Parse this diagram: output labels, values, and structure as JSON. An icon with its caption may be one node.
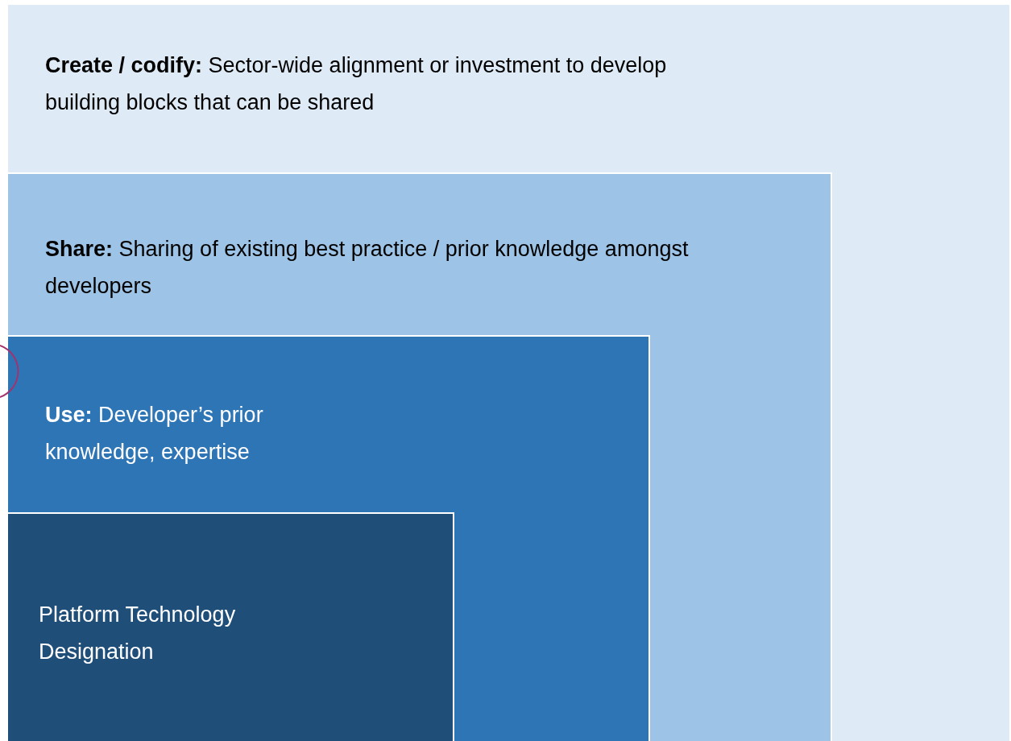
{
  "diagram": {
    "nodes": [
      {
        "text": [
          "**Create / codify:** Sector-wide alignment or investment to develop building blocks that can be shared"
        ]
      },
      {
        "text": [
          "**Share:** Sharing of existing best practice / prior knowledge amongst developers"
        ],
        "in": 0
      },
      {
        "text": [
          "**Use:** Developer’s prior knowledge, expertise"
        ],
        "in": 1
      },
      {
        "text": [
          "Platform Technology Designation"
        ],
        "in": 2
      }
    ]
  }
}
